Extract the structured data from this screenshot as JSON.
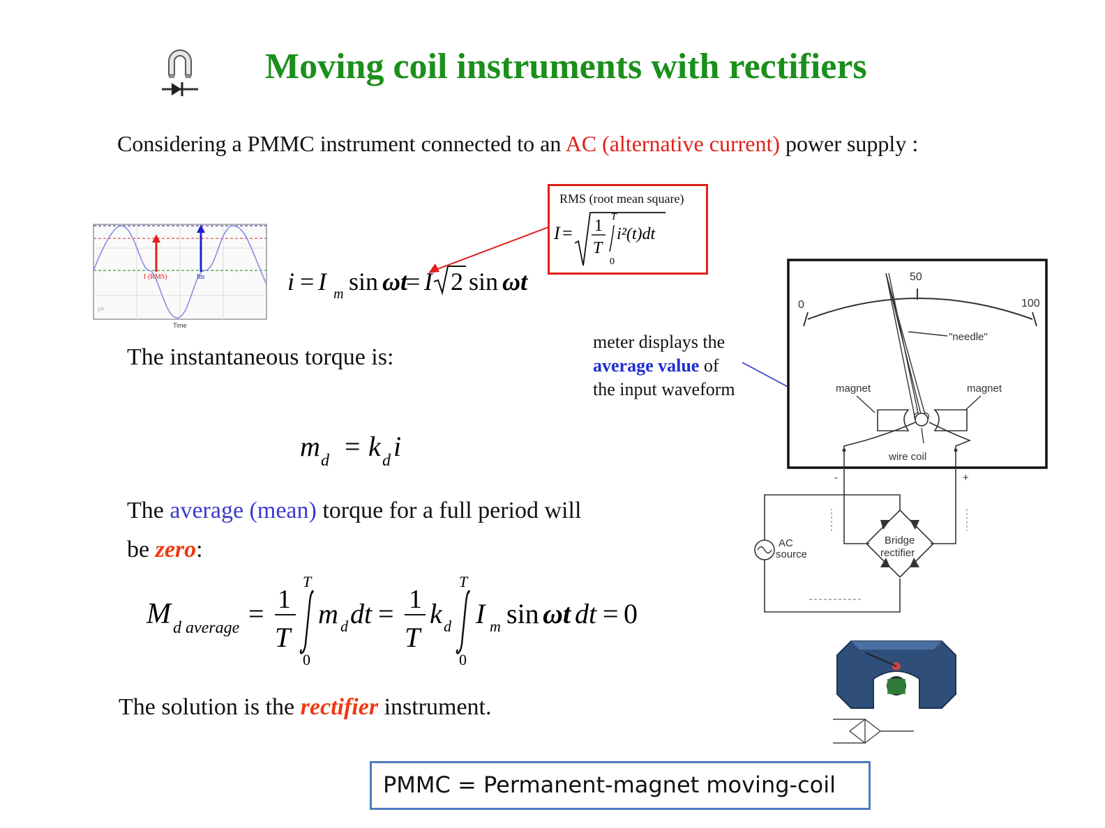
{
  "title": "Moving coil instruments with rectifiers",
  "intro": {
    "before": "Considering a PMMC instrument connected to an ",
    "highlight": "AC (alternative current)",
    "after": " power supply :"
  },
  "waveform_plot": {
    "rms_label": "I (RMS)",
    "peak_label": "Im",
    "x_label": "Time",
    "corner_label": "pk"
  },
  "current_equation": {
    "lhs": "i",
    "im": "I",
    "im_sub": "m",
    "sin": "sin",
    "omega_t": "ωt",
    "rhs_i": "I",
    "sqrt2": "2"
  },
  "rms_box": {
    "label": "RMS (root mean square)",
    "lhs": "I",
    "num": "1",
    "den": "T",
    "upper": "T",
    "lower": "0",
    "integrand": "i²(t)dt"
  },
  "instantaneous_text": "The instantaneous torque is:",
  "torque_equation": {
    "m": "m",
    "m_sub": "d",
    "k": "k",
    "k_sub": "d",
    "i": "i"
  },
  "average_text": {
    "p1": "The ",
    "highlight": "average (mean)",
    "p2": " torque for a full period will",
    "line2_pre": "be ",
    "zero": "zero",
    "line2_post": ":"
  },
  "average_equation": {
    "M": "M",
    "M_sub": "d average",
    "one": "1",
    "T": "T",
    "upper": "T",
    "lower": "0",
    "m": "m",
    "m_sub": "d",
    "dt": "dt",
    "k": "k",
    "k_sub": "d",
    "I": "I",
    "I_sub": "m",
    "sin": "sin",
    "omega_t": "ωt",
    "dt2": "dt",
    "zero": "0"
  },
  "solution_text": {
    "pre": "The solution is the ",
    "highlight": "rectifier",
    "post": " instrument."
  },
  "meter_annotation": {
    "line1": "meter displays the",
    "line2_bold": "average value",
    "line2_rest": " of",
    "line3": "the input waveform"
  },
  "meter_diagram": {
    "scale_0": "0",
    "scale_50": "50",
    "scale_100": "100",
    "needle": "\"needle\"",
    "magnet_left": "magnet",
    "magnet_right": "magnet",
    "wire_coil": "wire coil",
    "minus": "-",
    "plus": "+",
    "ac_source_1": "AC",
    "ac_source_2": "source",
    "bridge_1": "Bridge",
    "bridge_2": "rectifier"
  },
  "footnote": "PMMC = Permanent-magnet moving-coil",
  "colors": {
    "title_green": "#1b8f1b",
    "highlight_red": "#e0201a",
    "highlight_blue": "#3a3acc",
    "emphasis_orange": "#ee3a10",
    "box_blue": "#4f7cc0"
  }
}
